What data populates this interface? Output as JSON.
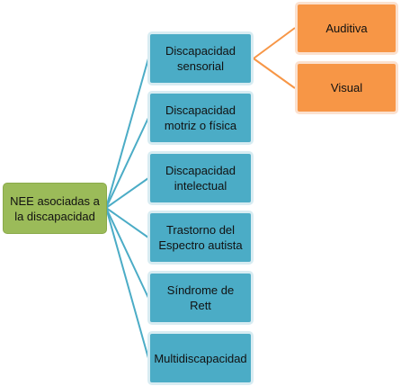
{
  "root": {
    "label": "NEE asociadas a la discapacidad"
  },
  "categories": [
    {
      "label": "Discapacidad sensorial"
    },
    {
      "label": "Discapacidad motriz o física"
    },
    {
      "label": "Discapacidad intelectual"
    },
    {
      "label": "Trastorno del Espectro autista"
    },
    {
      "label": "Síndrome de Rett"
    },
    {
      "label": "Multidiscapacidad"
    }
  ],
  "sensorial_children": [
    {
      "label": "Auditiva"
    },
    {
      "label": "Visual"
    }
  ],
  "colors": {
    "root_fill": "#9bbb59",
    "category_fill": "#4bacc6",
    "sub_fill": "#f79646",
    "category_connector": "#4bacc6",
    "sub_connector": "#f79646"
  }
}
